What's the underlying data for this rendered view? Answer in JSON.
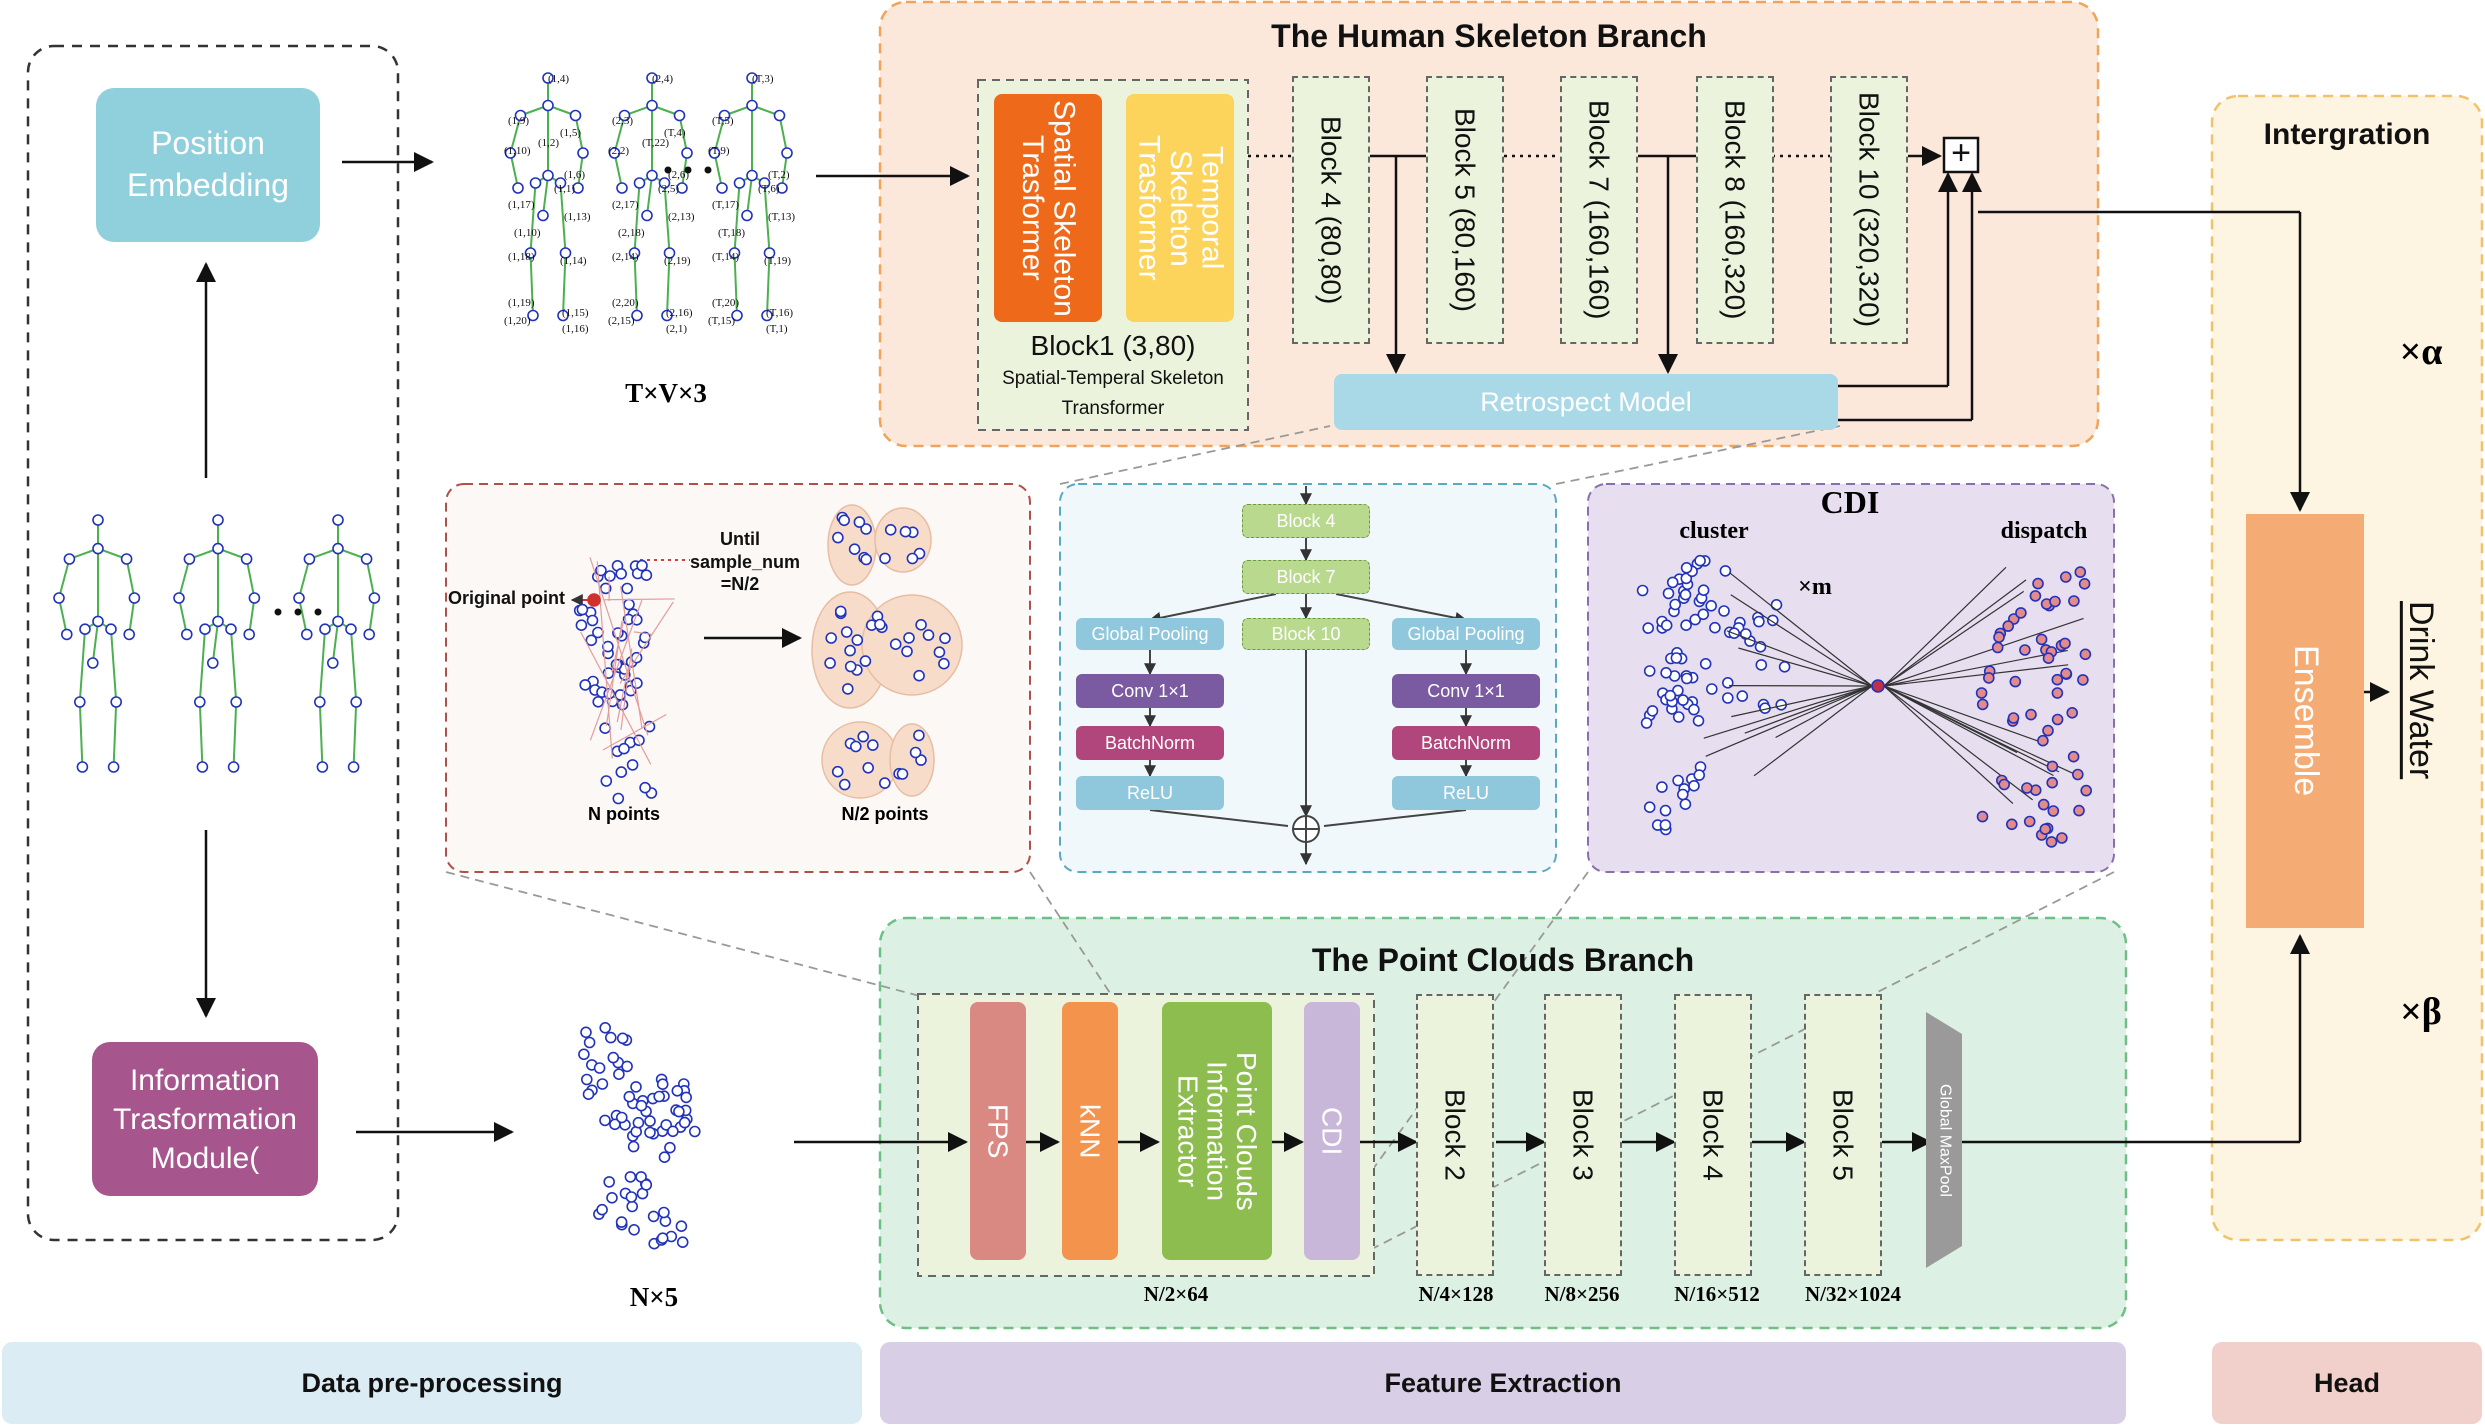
{
  "stages": {
    "preprocess": "Data pre-processing",
    "feature": "Feature Extraction",
    "head": "Head"
  },
  "preprocess": {
    "position_embedding": "Position Embedding",
    "info_module": "Information Trasformation Module(",
    "skeleton_shape": "T×V×3",
    "cloud_shape": "N×5"
  },
  "skeleton_branch": {
    "title": "The Human Skeleton Branch",
    "spatial": "Spatial Skeleton Trasformer",
    "temporal": "Temporal Skeleton Trasformer",
    "block1": "Block1 (3,80)",
    "block1_sub": "Spatial-Temperal Skeleton Transformer",
    "blocks": [
      "Block 4 (80,80)",
      "Block 5 (80,160)",
      "Block 7 (160,160)",
      "Block 8 (160,320)",
      "Block 10 (320,320)"
    ],
    "retrospect": "Retrospect Model",
    "plus": "+"
  },
  "fps_detail": {
    "original_point": "Original point",
    "until": "Until",
    "sample_num": "sample_num",
    "n_half": "=N/2",
    "n_points": "N points",
    "n2_points": "N/2 points"
  },
  "retro_detail": {
    "block4": "Block 4",
    "block7": "Block 7",
    "block10": "Block 10",
    "global_pooling": "Global Pooling",
    "conv": "Conv 1×1",
    "batchnorm": "BatchNorm",
    "relu": "ReLU"
  },
  "cdi_detail": {
    "title": "CDI",
    "cluster": "cluster",
    "dispatch": "dispatch",
    "xm": "×m"
  },
  "cloud_branch": {
    "title": "The Point Clouds Branch",
    "fps": "FPS",
    "knn": "kNN",
    "extractor": "Point Clouds Information Extractor",
    "cdi": "CDI",
    "blocks": [
      "Block 2",
      "Block 3",
      "Block 4",
      "Block 5"
    ],
    "maxpool": "Global MaxPool",
    "dims": [
      "N/2×64",
      "N/4×128",
      "N/8×256",
      "N/16×512",
      "N/32×1024"
    ]
  },
  "head": {
    "integration": "Intergration",
    "ensemble": "Ensemble",
    "output": "Drink Water",
    "alpha": "×α",
    "beta": "×β"
  },
  "skeleton_joint_labels": [
    "(1,4)",
    "(1,9)",
    "(1,10)",
    "(1,1)",
    "(1,6)",
    "(1,17)",
    "(1,13)",
    "(1,10)",
    "(1,18)",
    "(1,14)",
    "(1,19)",
    "(1,20)",
    "(1,15)",
    "(1,16)",
    "(1,2)",
    "(1,5)",
    "(2,4)",
    "(2,3)",
    "(2,2)",
    "(2,5)",
    "(2,6)",
    "(2,17)",
    "(2,13)",
    "(2,18)",
    "(2,14)",
    "(2,19)",
    "(2,20)",
    "(2,15)",
    "(2,16)",
    "(2,1)",
    "(T,22)",
    "(T,4)",
    "(T,3)",
    "(T,5)",
    "(T,9)",
    "(T,6)",
    "(T,2)",
    "(T,17)",
    "(T,13)",
    "(T,18)",
    "(T,14)",
    "(T,19)",
    "(T,20)",
    "(T,15)",
    "(T,16)",
    "(T,1)"
  ],
  "colors": {
    "skeleton_bg": "#fbe8da",
    "skeleton_border": "#f0a35a",
    "cloud_bg": "#dcf1e4",
    "cloud_border": "#6fbf85",
    "head_bg": "#fdf5e2",
    "head_border": "#f0c36a",
    "position": "#8fd0dc",
    "info": "#a6558d",
    "spatial": "#ee6a1a",
    "temporal": "#fcd45b",
    "block": "#ecf3dc",
    "retrospect": "#a9d9e6",
    "fps": "#d98982",
    "knn": "#f4934c",
    "extractor": "#8dbd4f",
    "cdi": "#c9b7d9",
    "maxpool": "#9a9a9a",
    "ensemble": "#f4ac74",
    "point": "#2233bb",
    "bone": "#4caf50"
  }
}
